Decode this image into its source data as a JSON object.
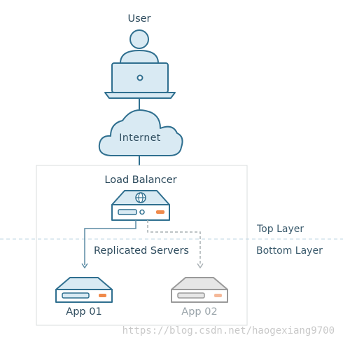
{
  "colors": {
    "primary": "#2f6f8f",
    "fill": "#d9eaf3",
    "faded_stroke": "#9a9a9a",
    "faded_fill": "#e6e6e6",
    "accent": "#f08a4b",
    "divider": "#bcd6e3"
  },
  "labels": {
    "user": "User",
    "internet": "Internet",
    "load_balancer": "Load Balancer",
    "replicated_servers": "Replicated Servers",
    "top_layer": "Top Layer",
    "bottom_layer": "Bottom Layer",
    "app1": "App 01",
    "app2": "App 02"
  },
  "icons": {
    "user": "user-laptop-icon",
    "cloud": "cloud-icon",
    "load_balancer": "load-balancer-server-icon",
    "server": "server-icon"
  },
  "watermark": "https://blog.csdn.net/haogexiang9700"
}
